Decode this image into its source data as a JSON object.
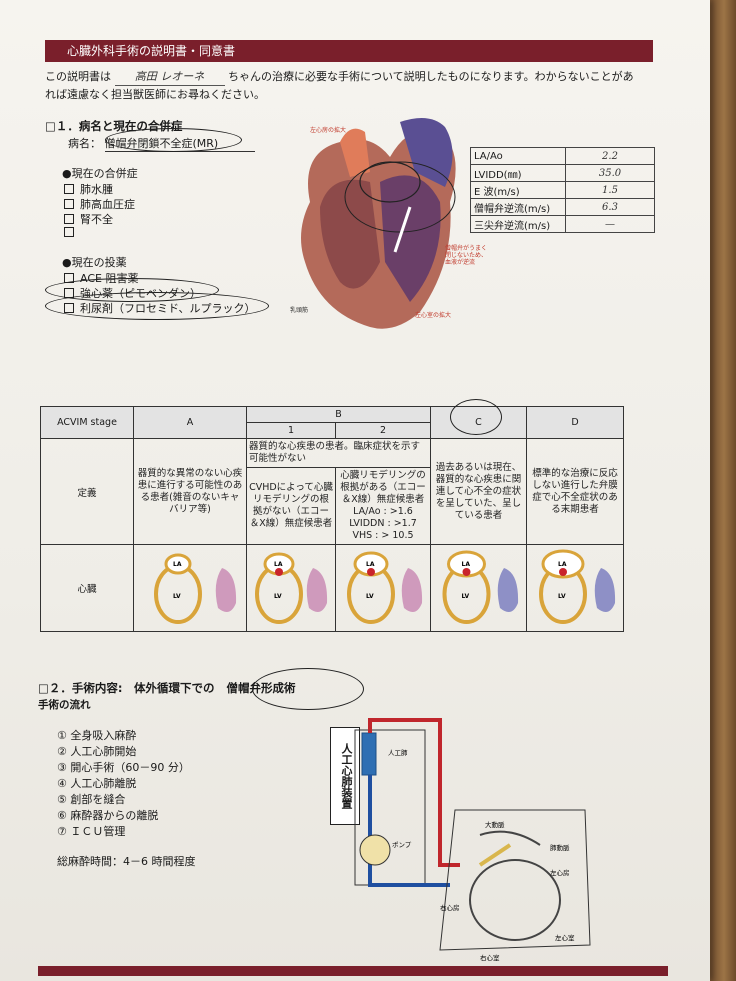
{
  "header": {
    "title": "心臓外科手術の説明書・同意書"
  },
  "intro": {
    "line1_pre": "この説明書は",
    "patient_name": "高田 レオーネ",
    "line1_post": "ちゃんの治療に必要な手術について説明したものになります。わからないことがあ",
    "line2": "れば遠慮なく担当獣医師にお尋ねください。"
  },
  "section1": {
    "title": "□１．病名と現在の合併症",
    "disease_label": "病名：",
    "disease": "僧帽弁閉鎖不全症(MR)",
    "comorb_title": "●現在の合併症",
    "comorbidities": [
      "肺水腫",
      "肺高血圧症",
      "腎不全",
      ""
    ],
    "meds_title": "●現在の投薬",
    "meds": [
      "ACE 阻害薬",
      "強心薬（ピモベンダン）",
      "利尿剤（フロセミド、ルプラック）"
    ]
  },
  "diagram_labels": {
    "la_enlarge": "左心房の拡大",
    "mv_closure": "僧帽弁がうまく\n閉じないため、\n血液が逆流",
    "papillary": "乳頭筋",
    "lv_enlarge": "左心室の拡大"
  },
  "measurements": [
    {
      "label": "LA/Ao",
      "value": "2.2"
    },
    {
      "label": "LVIDD(㎜)",
      "value": "35.0"
    },
    {
      "label": "E 波(m/s)",
      "value": "1.5"
    },
    {
      "label": "僧帽弁逆流(m/s)",
      "value": "6.3"
    },
    {
      "label": "三尖弁逆流(m/s)",
      "value": "—"
    }
  ],
  "stage_table": {
    "header": "ACVIM stage",
    "cols": [
      "A",
      "B",
      "C",
      "D"
    ],
    "b_sub": [
      "1",
      "2"
    ],
    "b_common": "器質的な心疾患の患者。臨床症状を示す可能性がない",
    "row_def_label": "定義",
    "row_heart_label": "心臓",
    "defs": {
      "A": "器質的な異常のない心疾患に進行する可能性のある患者(雑音のないキャバリア等)",
      "B1": "CVHDによって心臓リモデリングの根拠がない（エコー＆X線）無症候患者",
      "B2": "心臓リモデリングの根拠がある（エコー＆X線）無症候患者",
      "B2a": "LA/Ao : >1.6",
      "B2b": "LVIDDN : >1.7",
      "B2c": "VHS : > 10.5",
      "C": "過去あるいは現在、器質的な心疾患に関連して心不全の症状を呈していた、呈している患者",
      "D": "標準的な治療に反応しない進行した弁膜症で心不全症状のある末期患者"
    },
    "la": "LA",
    "lv": "LV"
  },
  "section2": {
    "title_pre": "□２．手術内容:　体外循環下での",
    "procedure": "僧帽弁形成術",
    "flow_title": "手術の流れ",
    "steps": [
      "① 全身吸入麻酔",
      "② 人工心肺開始",
      "③ 開心手術（60－90 分）",
      "④ 人工心肺離脱",
      "⑤ 創部を縫合",
      "⑥ 麻酔器からの離脱",
      "⑦ ＩＣＵ管理"
    ],
    "total_time": "総麻酔時間：4－6 時間程度"
  },
  "cpb_diagram": {
    "machine": "人工心肺装置",
    "oxygenator": "人工肺",
    "pump": "ポンプ",
    "aorta": "大動脈",
    "pa": "肺動脈",
    "la": "左心房",
    "ra": "右心房",
    "lv": "左心室",
    "rv": "右心室"
  }
}
